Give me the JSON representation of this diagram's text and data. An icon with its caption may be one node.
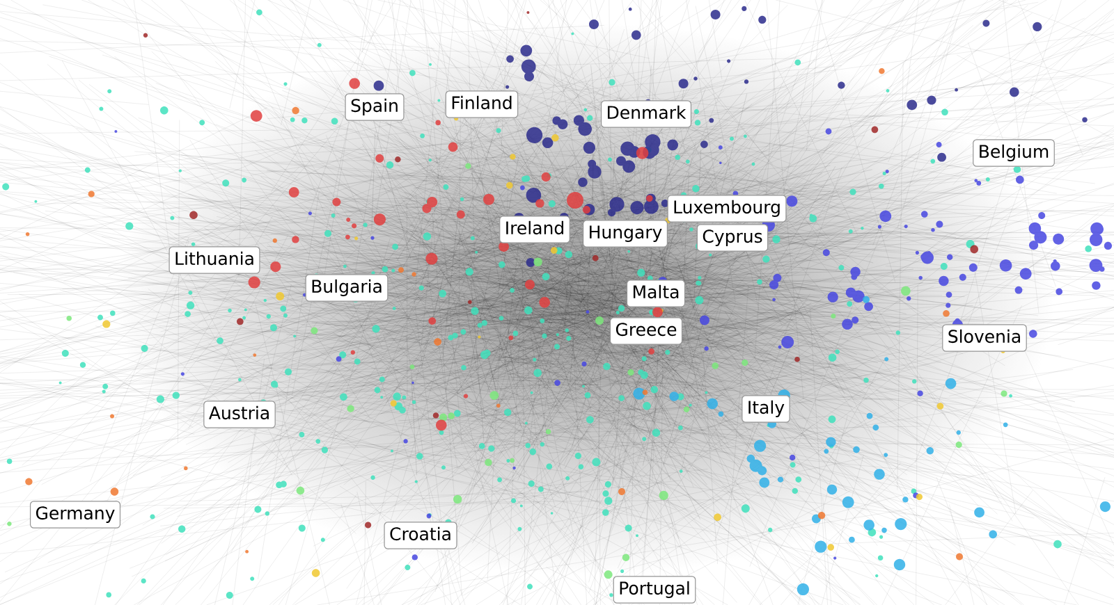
{
  "diagram": {
    "nodes": [
      {
        "text": [
          "Spain"
        ]
      },
      {
        "text": [
          "Finland"
        ]
      },
      {
        "text": [
          "Denmark"
        ]
      },
      {
        "text": [
          "Belgium"
        ]
      },
      {
        "text": [
          "Ireland"
        ]
      },
      {
        "text": [
          "Luxembourg"
        ]
      },
      {
        "text": [
          "Hungary"
        ]
      },
      {
        "text": [
          "Cyprus"
        ]
      },
      {
        "text": [
          "Lithuania"
        ]
      },
      {
        "text": [
          "Bulgaria"
        ]
      },
      {
        "text": [
          "Malta"
        ]
      },
      {
        "text": [
          "Greece"
        ]
      },
      {
        "text": [
          "Slovenia"
        ]
      },
      {
        "text": [
          "Austria"
        ]
      },
      {
        "text": [
          "Italy"
        ]
      },
      {
        "text": [
          "Germany"
        ]
      },
      {
        "text": [
          "Croatia"
        ]
      },
      {
        "text": [
          "Portugal"
        ]
      }
    ]
  }
}
